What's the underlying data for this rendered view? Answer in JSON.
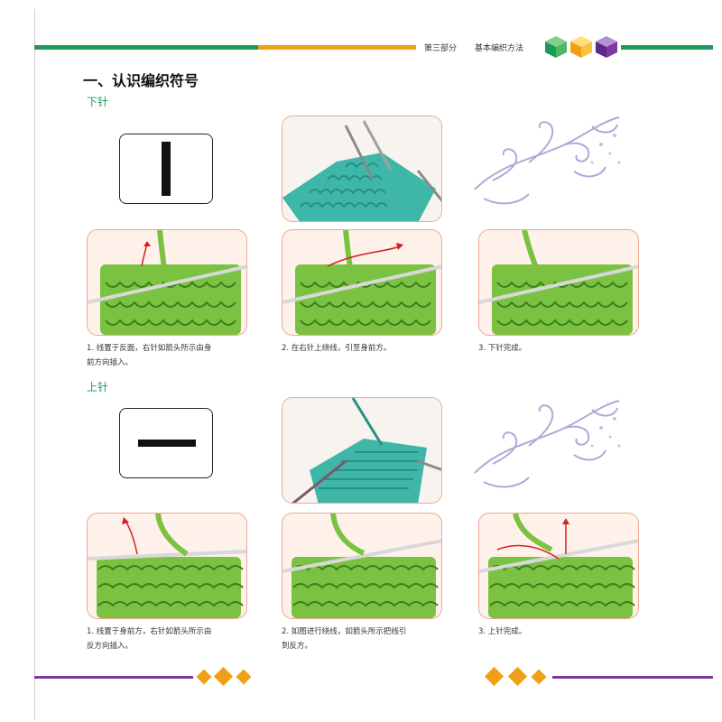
{
  "header": {
    "part": "第三部分",
    "topic": "基本编织方法",
    "colors": {
      "green": "#1a9b5b",
      "orange": "#f0a018",
      "purple": "#7b3aa0"
    }
  },
  "title": "一、认识编织符号",
  "sections": [
    {
      "name": "下针",
      "symbol": "vertical-bar",
      "steps": [
        {
          "caption_line1": "1. 线置于反面，右针如箭头所示由身",
          "caption_line2": "前方向插入。"
        },
        {
          "caption_line1": "2. 在右针上绕线，引至身前方。",
          "caption_line2": ""
        },
        {
          "caption_line1": "3. 下针完成。",
          "caption_line2": ""
        }
      ]
    },
    {
      "name": "上针",
      "symbol": "horizontal-bar",
      "steps": [
        {
          "caption_line1": "1. 线置于身前方，右针如箭头所示由",
          "caption_line2": "反方向插入。"
        },
        {
          "caption_line1": "2. 如图进行绕线，如箭头所示把线引",
          "caption_line2": "到反方。"
        },
        {
          "caption_line1": "3. 上针完成。",
          "caption_line2": ""
        }
      ]
    }
  ]
}
